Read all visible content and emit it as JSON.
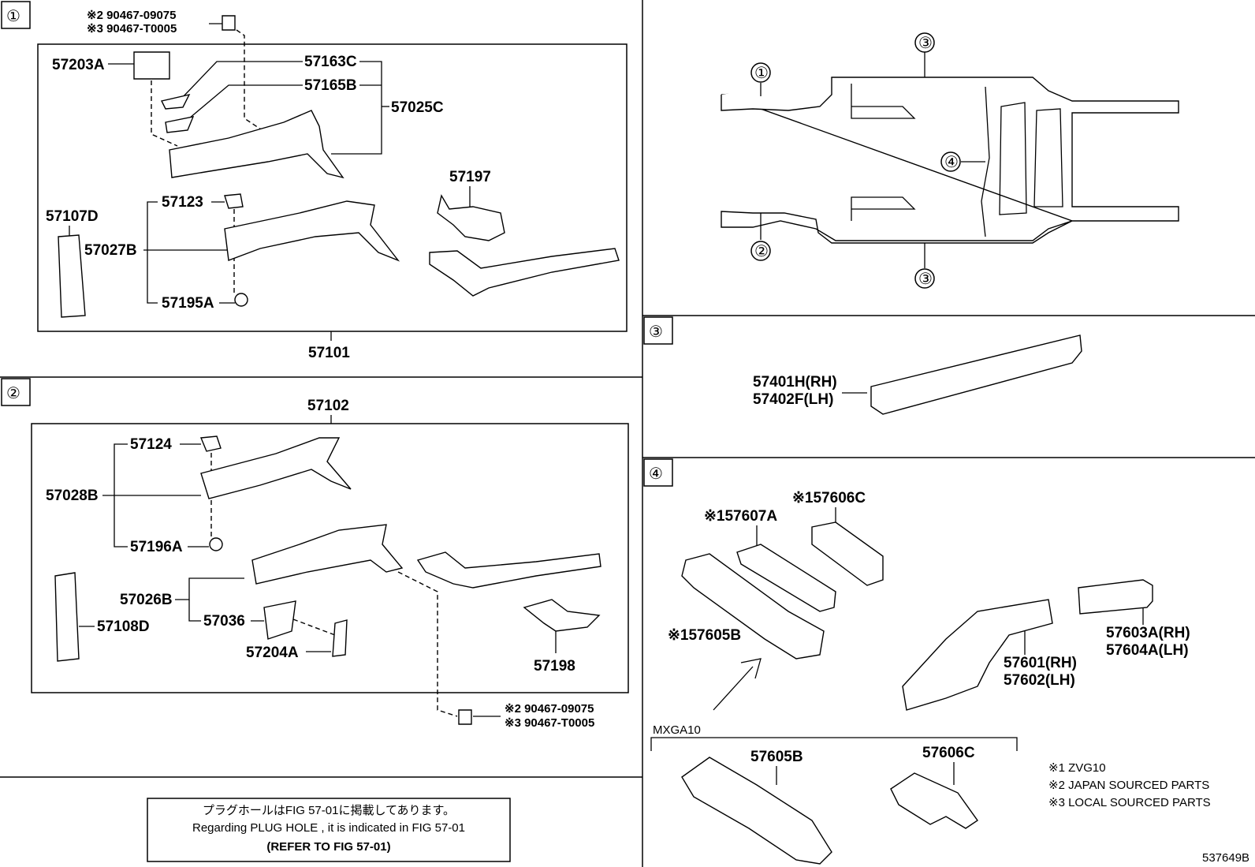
{
  "sections": {
    "s1": {
      "marker": "①"
    },
    "s2": {
      "marker": "②"
    },
    "s3": {
      "marker": "③"
    },
    "s4": {
      "marker": "④"
    }
  },
  "section1": {
    "clip_note1": "※2 90467-09075",
    "clip_note2": "※3 90467-T0005",
    "labels": {
      "p57203A": "57203A",
      "p57163C": "57163C",
      "p57165B": "57165B",
      "p57025C": "57025C",
      "p57197": "57197",
      "p57107D": "57107D",
      "p57123": "57123",
      "p57027B": "57027B",
      "p57195A": "57195A",
      "p57101": "57101"
    }
  },
  "section2": {
    "labels": {
      "p57102": "57102",
      "p57124": "57124",
      "p57028B": "57028B",
      "p57196A": "57196A",
      "p57026B": "57026B",
      "p57036": "57036",
      "p57204A": "57204A",
      "p57108D": "57108D",
      "p57198": "57198"
    },
    "clip_note1": "※2 90467-09075",
    "clip_note2": "※3 90467-T0005"
  },
  "overview": {
    "m1": "①",
    "m2": "②",
    "m3a": "③",
    "m3b": "③",
    "m4": "④"
  },
  "section3": {
    "rh": "57401H(RH)",
    "lh": "57402F(LH)"
  },
  "section4": {
    "p57607A": "※157607A",
    "p57606C": "※157606C",
    "p57605B": "※157605B",
    "p57603A": "57603A(RH)",
    "p57604A": "57604A(LH)",
    "p57601": "57601(RH)",
    "p57602": "57602(LH)",
    "variant": "MXGA10",
    "v57605B": "57605B",
    "v57606C": "57606C",
    "legend1": "※1 ZVG10",
    "legend2": "※2 JAPAN SOURCED PARTS",
    "legend3": "※3 LOCAL SOURCED PARTS"
  },
  "notebox": {
    "line1": "プラグホールはFIG 57-01に掲載してあります。",
    "line2": "Regarding  PLUG  HOLE , it is indicated in FIG  57-01",
    "line3": "(REFER TO FIG 57-01)"
  },
  "illustration_id": "537649B"
}
